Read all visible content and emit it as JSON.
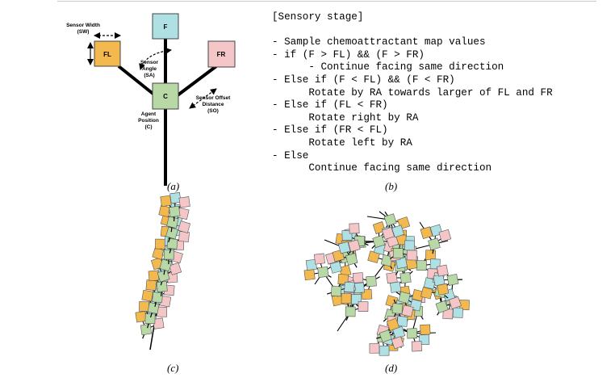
{
  "colors": {
    "front": "#aee0e4",
    "left": "#f3b84e",
    "right": "#f5c6c8",
    "center": "#b8d8a6"
  },
  "figure_a": {
    "box_F": "F",
    "box_FL": "FL",
    "box_FR": "FR",
    "box_C": "C",
    "sensor_width_line1": "Sensor Width",
    "sensor_width_line2": "(SW)",
    "sensor_angle_line1": "Sensor",
    "sensor_angle_line2": "Angle",
    "sensor_angle_line3": "(SA)",
    "sensor_offset_line1": "Sensor Offset",
    "sensor_offset_line2": "Distance",
    "sensor_offset_line3": "(SO)",
    "agent_line1": "Agent",
    "agent_line2": "Position",
    "agent_line3": "(C)"
  },
  "algorithm": {
    "lines": [
      "[Sensory stage]",
      "",
      "- Sample chemoattractant map values",
      "- if (F > FL) && (F > FR)",
      "      - Continue facing same direction",
      "- Else if (F < FL) && (F < FR)",
      "      Rotate by RA towards larger of FL and FR",
      "- Else if (FL < FR)",
      "      Rotate right by RA",
      "- Else if (FR < FL)",
      "      Rotate left by RA",
      "- Else",
      "      Continue facing same direction"
    ]
  },
  "captions": {
    "a": "(a)",
    "b": "(b)",
    "c": "(c)",
    "d": "(d)"
  }
}
